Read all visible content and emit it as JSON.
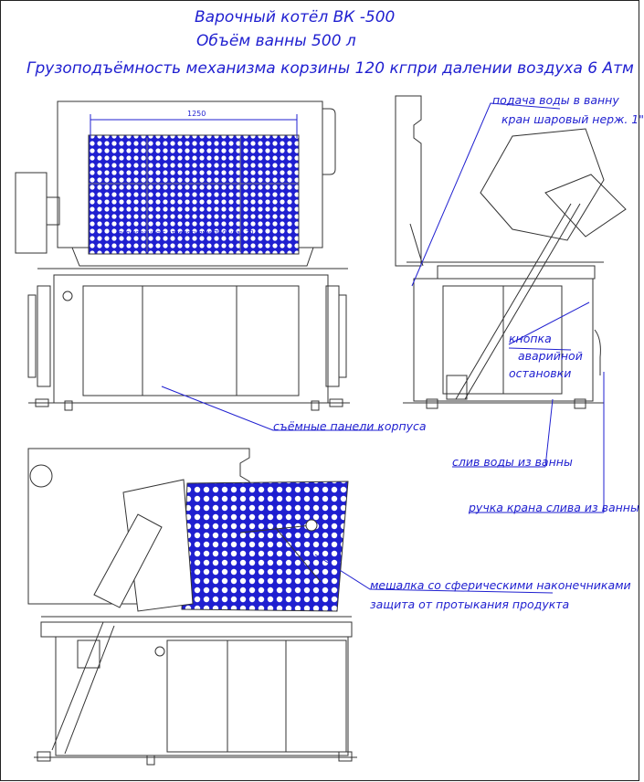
{
  "titles": {
    "line1": "Варочный котёл ВК -500",
    "line2": "Объём ванны  500 л",
    "line3": "Грузоподъёмность механизма корзины  120 кгпри далении воздуха  6 Атм"
  },
  "annotations": {
    "water_feed_1": "подача воды в ванну",
    "water_feed_2": "кран шаровый нерж. 1\"",
    "emergency_1": "кнопка",
    "emergency_2": "аварийной",
    "emergency_3": "остановки",
    "panels": "съёмные панели корпуса",
    "drain": "слив воды из ванны",
    "drain_handle": "ручка крана слива из ванны",
    "mixer_1": "мешалка со сферическими наконечниками",
    "mixer_2": "защита от протыкания продукта"
  },
  "dimension": "1250",
  "perforation_note": "перфорация с отверстиями Ø10, шаг 20",
  "colors": {
    "annotation": "#1f1fd0",
    "outline": "#333333",
    "perforation": "#1f1fd0"
  }
}
